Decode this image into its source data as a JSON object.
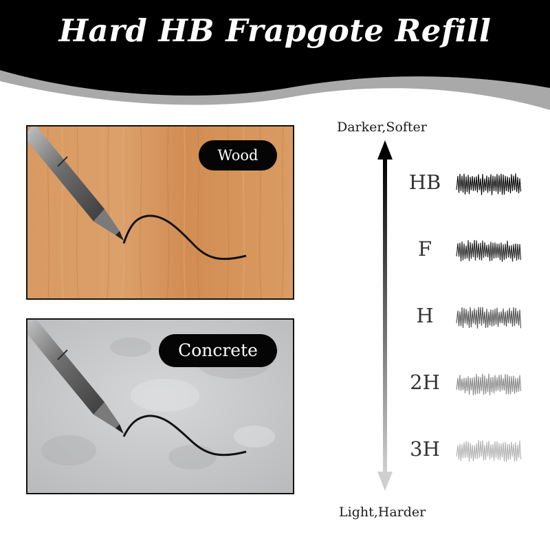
{
  "header": {
    "title": "Hard HB Frapgote Refill",
    "band_color": "#000000",
    "wave_color": "#a9a9a9"
  },
  "panels": [
    {
      "surface": "wood",
      "label": "Wood",
      "base_color": "#d8945a"
    },
    {
      "surface": "concrete",
      "label": "Concrete",
      "base_color": "#c8c9ca"
    }
  ],
  "scale": {
    "top_label": "Darker,Softer",
    "bottom_label": "Light,Harder",
    "grades": [
      {
        "name": "HB",
        "color": "#111111"
      },
      {
        "name": "F",
        "color": "#2a2a2a"
      },
      {
        "name": "H",
        "color": "#5a5a5a"
      },
      {
        "name": "2H",
        "color": "#8e8e8e"
      },
      {
        "name": "3H",
        "color": "#b5b5b5"
      }
    ]
  }
}
